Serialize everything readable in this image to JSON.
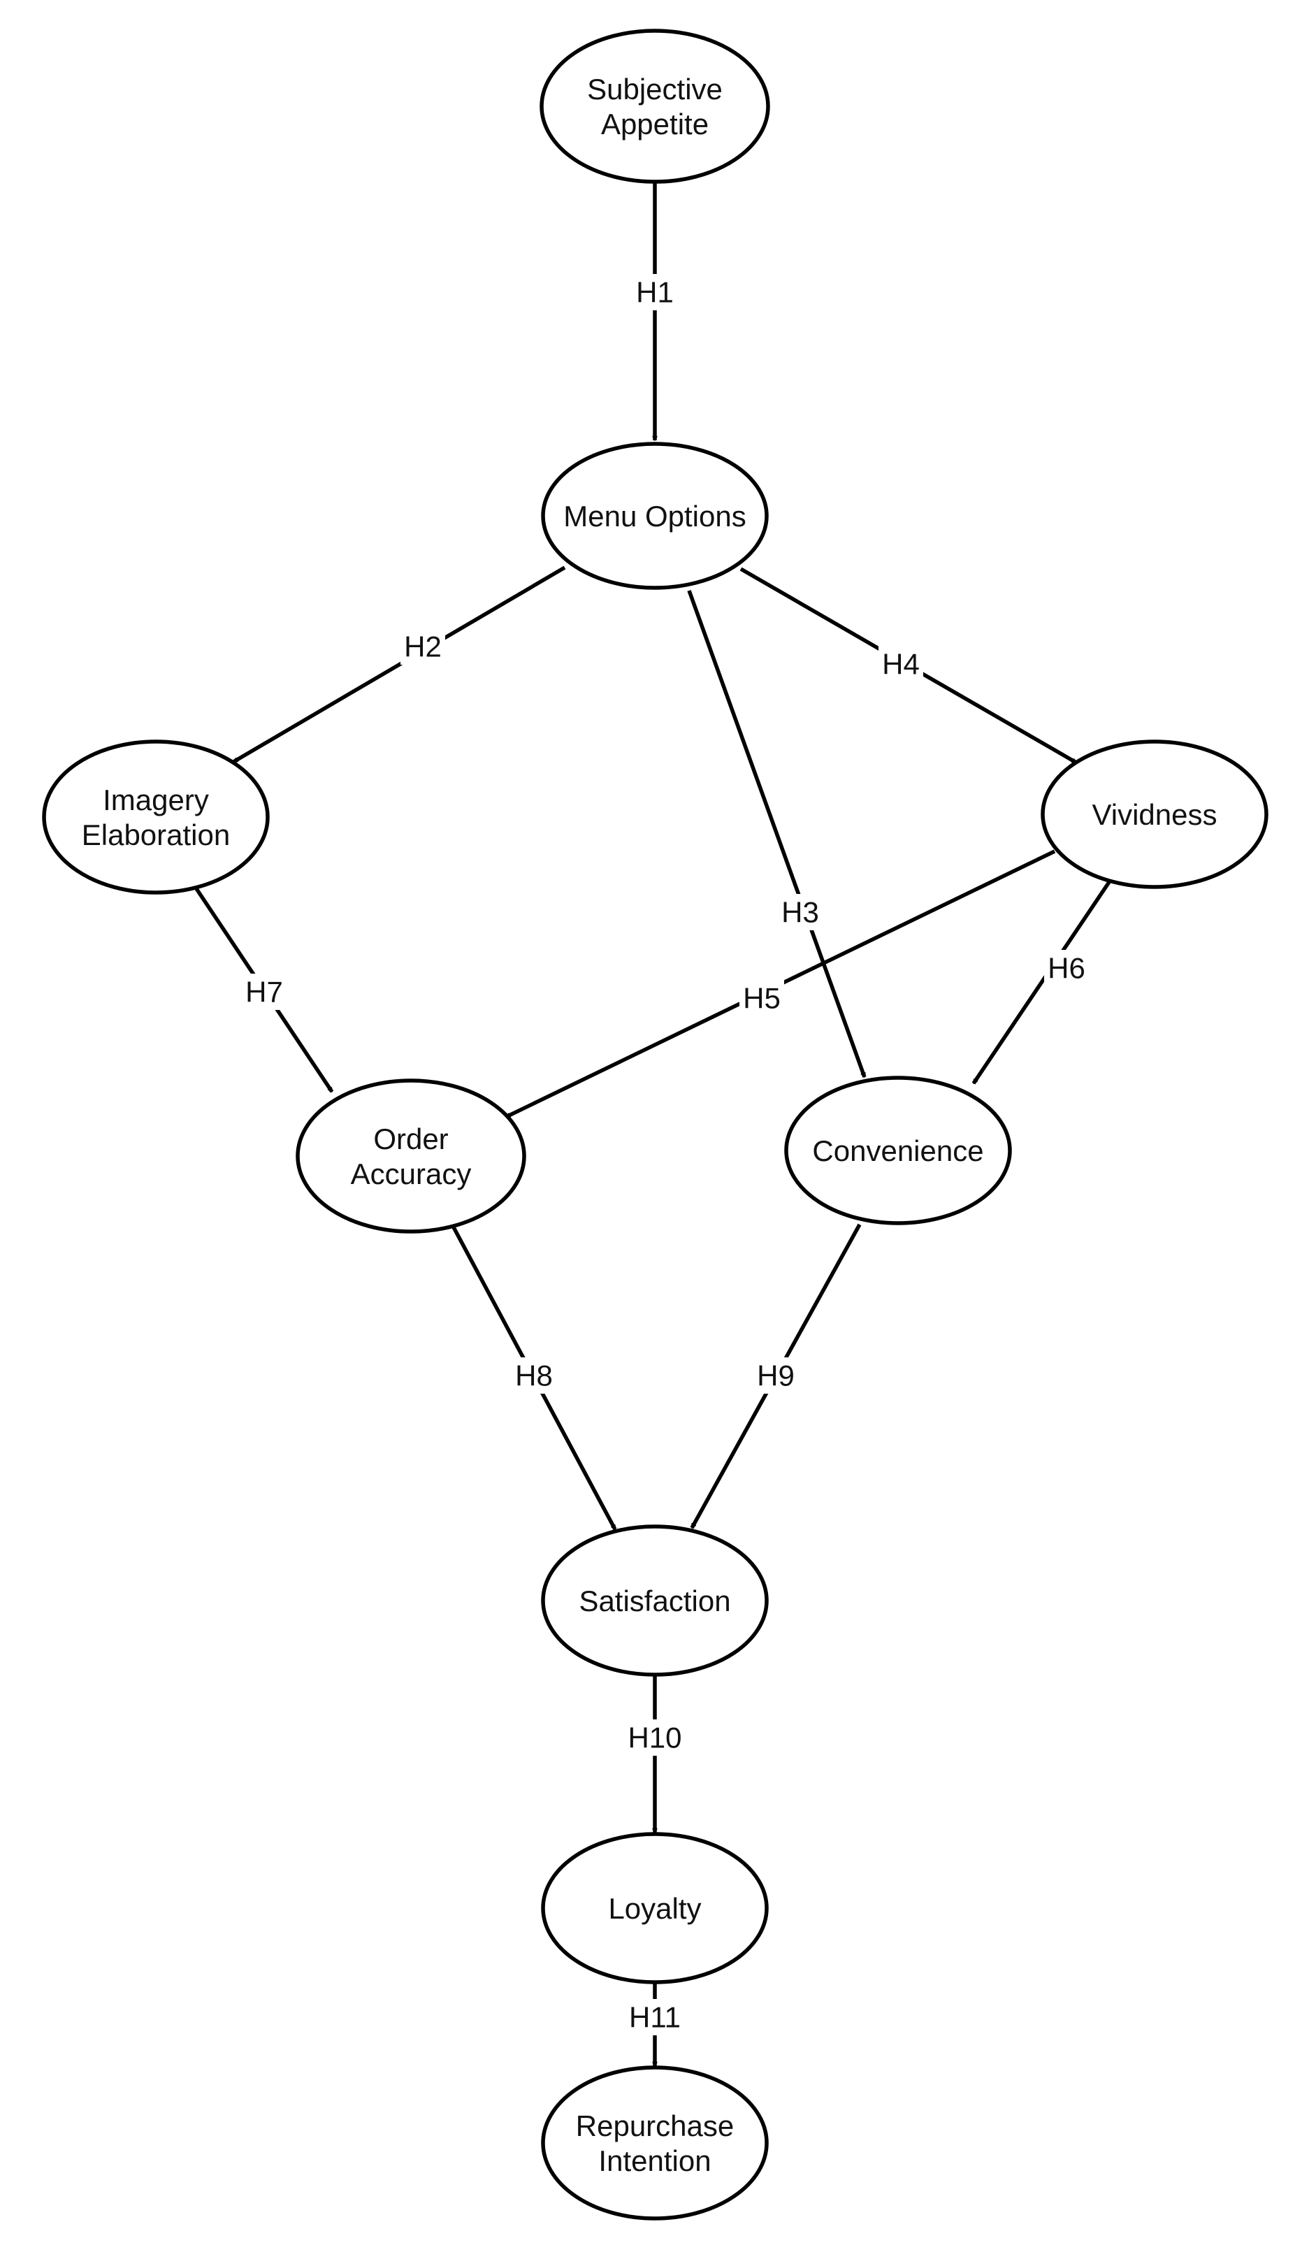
{
  "nodes": [
    {
      "id": "subjective-appetite",
      "lines": [
        "Subjective",
        "Appetite"
      ]
    },
    {
      "id": "menu-options",
      "lines": [
        "Menu Options"
      ]
    },
    {
      "id": "imagery-elaboration",
      "lines": [
        "Imagery",
        "Elaboration"
      ]
    },
    {
      "id": "vividness",
      "lines": [
        "Vividness"
      ]
    },
    {
      "id": "order-accuracy",
      "lines": [
        "Order",
        "Accuracy"
      ]
    },
    {
      "id": "convenience",
      "lines": [
        "Convenience"
      ]
    },
    {
      "id": "satisfaction",
      "lines": [
        "Satisfaction"
      ]
    },
    {
      "id": "loyalty",
      "lines": [
        "Loyalty"
      ]
    },
    {
      "id": "repurchase-intention",
      "lines": [
        "Repurchase",
        "Intention"
      ]
    }
  ],
  "edges": [
    {
      "id": "h1",
      "label": "H1",
      "from": "subjective-appetite",
      "to": "menu-options"
    },
    {
      "id": "h2",
      "label": "H2",
      "from": "menu-options",
      "to": "imagery-elaboration"
    },
    {
      "id": "h3",
      "label": "H3",
      "from": "menu-options",
      "to": "convenience"
    },
    {
      "id": "h4",
      "label": "H4",
      "from": "menu-options",
      "to": "vividness"
    },
    {
      "id": "h5",
      "label": "H5",
      "from": "vividness",
      "to": "order-accuracy"
    },
    {
      "id": "h6",
      "label": "H6",
      "from": "vividness",
      "to": "convenience"
    },
    {
      "id": "h7",
      "label": "H7",
      "from": "imagery-elaboration",
      "to": "order-accuracy"
    },
    {
      "id": "h8",
      "label": "H8",
      "from": "order-accuracy",
      "to": "satisfaction"
    },
    {
      "id": "h9",
      "label": "H9",
      "from": "convenience",
      "to": "satisfaction"
    },
    {
      "id": "h10",
      "label": "H10",
      "from": "satisfaction",
      "to": "loyalty"
    },
    {
      "id": "h11",
      "label": "H11",
      "from": "loyalty",
      "to": "repurchase-intention"
    }
  ]
}
